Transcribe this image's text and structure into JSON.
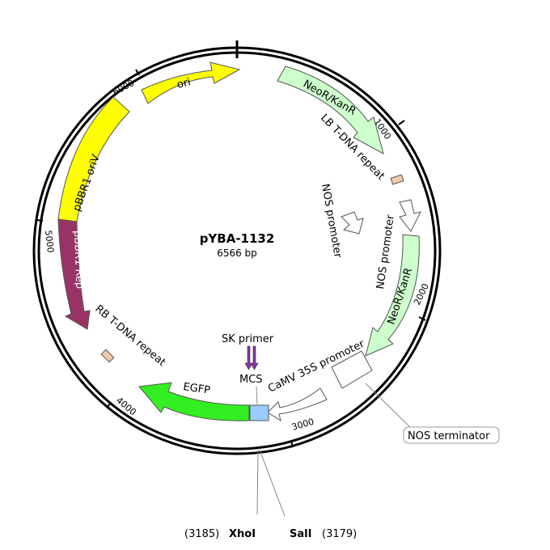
{
  "plasmid": {
    "name": "pYBA-1132",
    "size_label": "6566 bp"
  },
  "ticks": {
    "t1000": "1000",
    "t2000": "2000",
    "t3000": "3000",
    "t4000": "4000",
    "t5000": "5000",
    "t6000": "6000"
  },
  "features": {
    "ori": "ori",
    "neor_outer": "NeoR/KanR",
    "lb": "LB T-DNA repeat",
    "nos_promoter_inner": "NOS promoter",
    "nos_promoter_outer": "NOS promoter",
    "neor_inner": "NeoR/KanR",
    "camv": "CaMV 35S promoter",
    "nos_terminator": "NOS terminator",
    "mcs": "MCS",
    "sk_primer": "SK primer",
    "egfp": "EGFP",
    "rb": "RB T-DNA repeat",
    "pbbr1_rep": "pBBR1 Rep",
    "pbbr1_oriv": "pBBR1 oriV"
  },
  "sites": {
    "xhoi_name": "XhoI",
    "xhoi_pos": "(3185)",
    "sali_name": "SalI",
    "sali_pos": "(3179)"
  },
  "colors": {
    "ori": "#ffff00",
    "pbbr1": "#ffff00",
    "neor": "#ccffcc",
    "egfp": "#33ee22",
    "pbbr1_rep": "#993366",
    "mcs": "#99ccff",
    "repeat": "#f2c8a8",
    "primer": "#8833aa"
  }
}
